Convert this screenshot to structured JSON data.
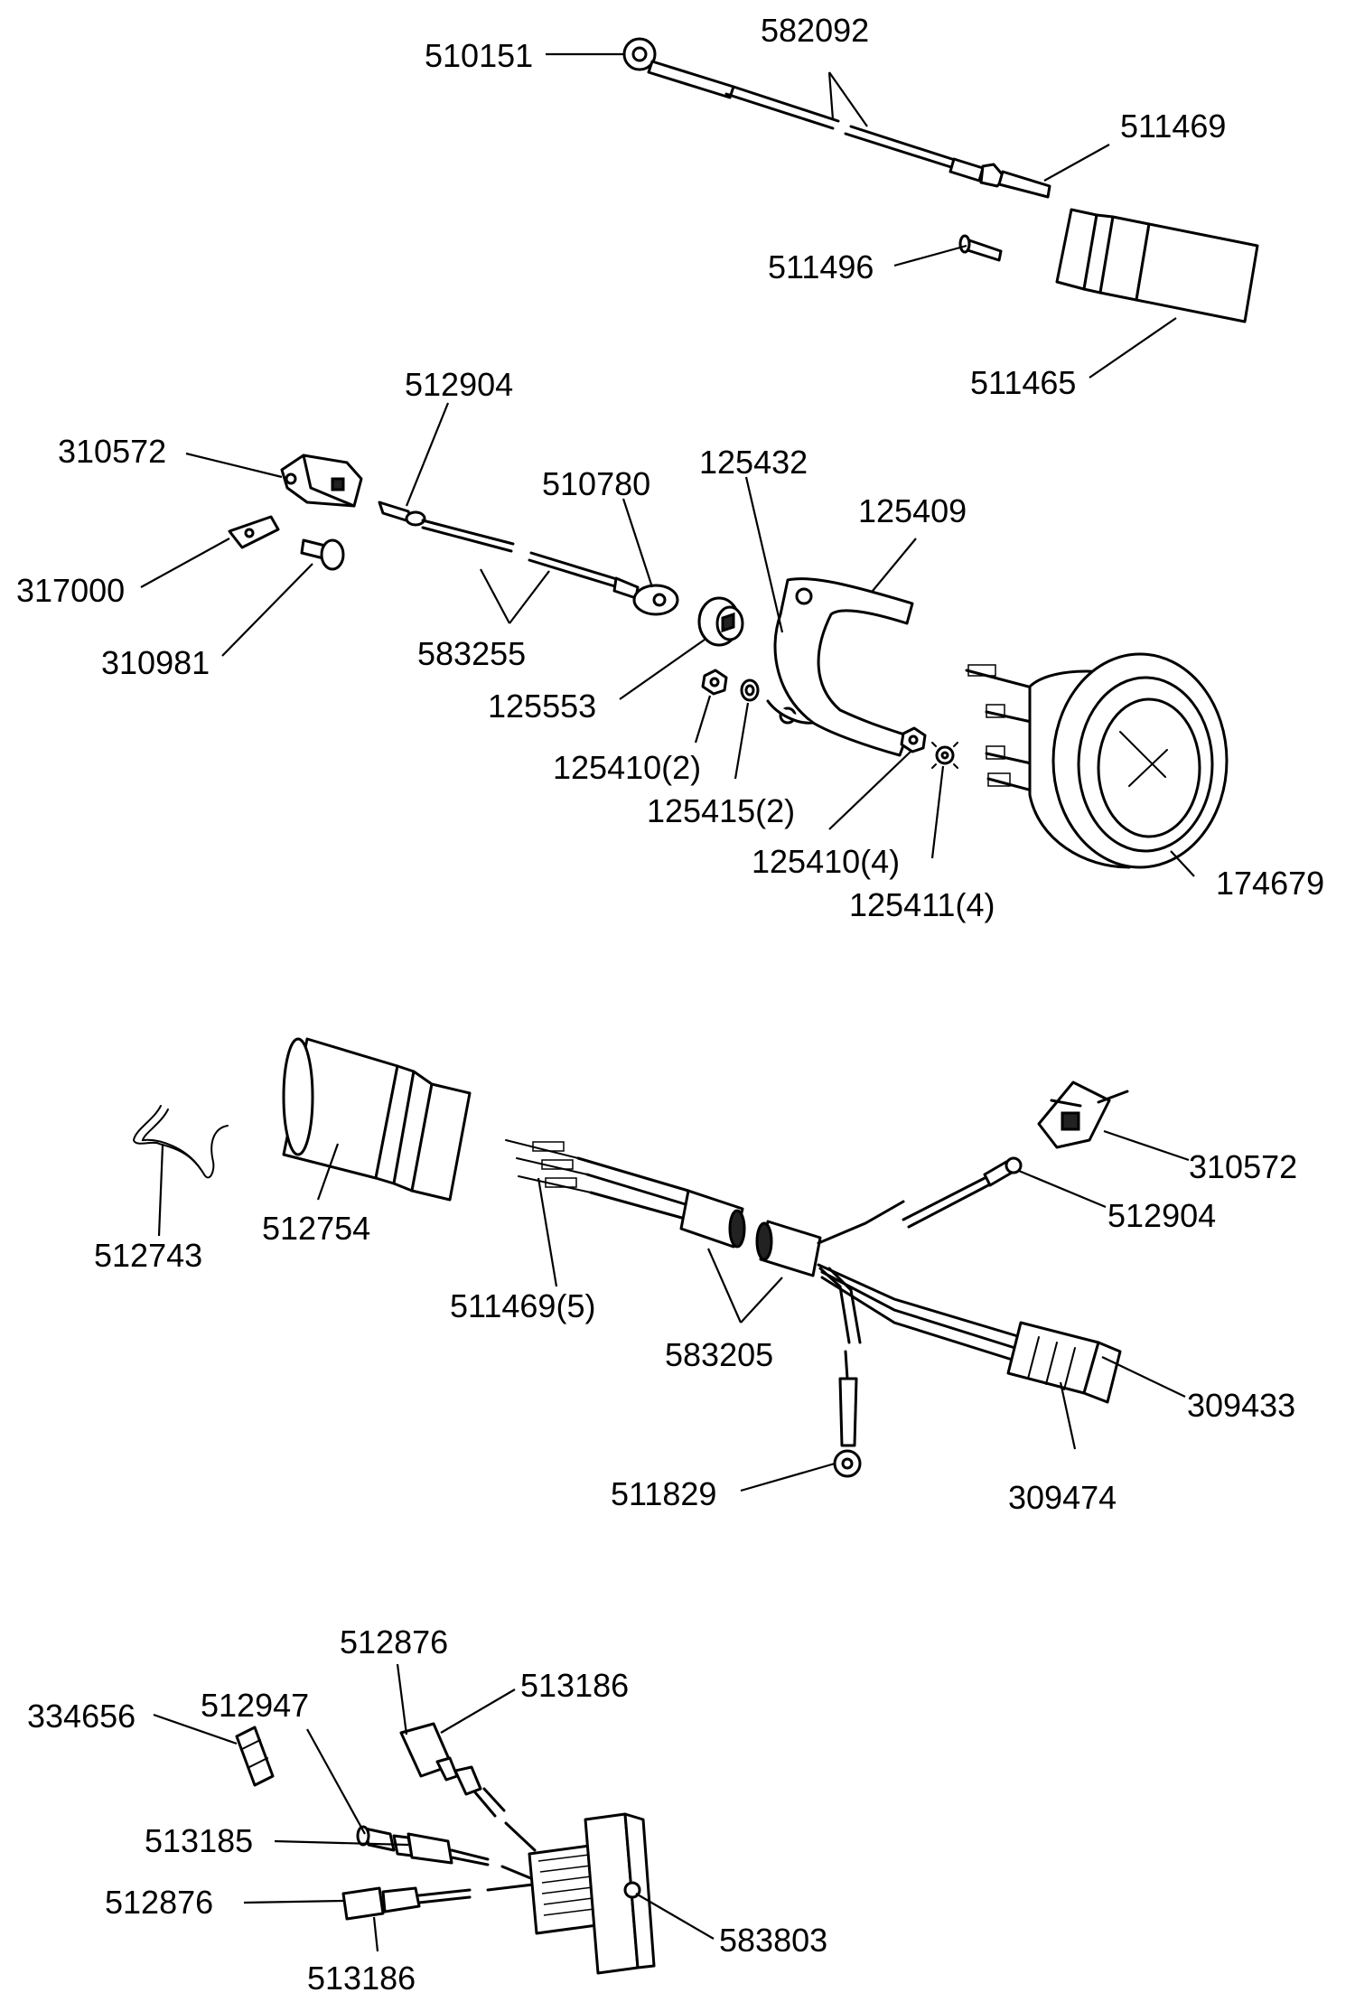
{
  "assemblies": [
    {
      "id": "top",
      "labels": [
        "510151",
        "582092",
        "511469",
        "511496",
        "511465"
      ]
    },
    {
      "id": "gauge",
      "labels": [
        "512904",
        "310572",
        "317000",
        "310981",
        "583255",
        "510780",
        "125432",
        "125409",
        "125553",
        "125410(2)",
        "125415(2)",
        "125410(4)",
        "125411(4)",
        "174679"
      ]
    },
    {
      "id": "harness",
      "labels": [
        "512743",
        "512754",
        "511469(5)",
        "583205",
        "310572",
        "512904",
        "309433",
        "309474",
        "511829"
      ]
    },
    {
      "id": "switch",
      "labels": [
        "512876",
        "513186",
        "512947",
        "334656",
        "513185",
        "512876",
        "513186",
        "583803"
      ]
    }
  ]
}
